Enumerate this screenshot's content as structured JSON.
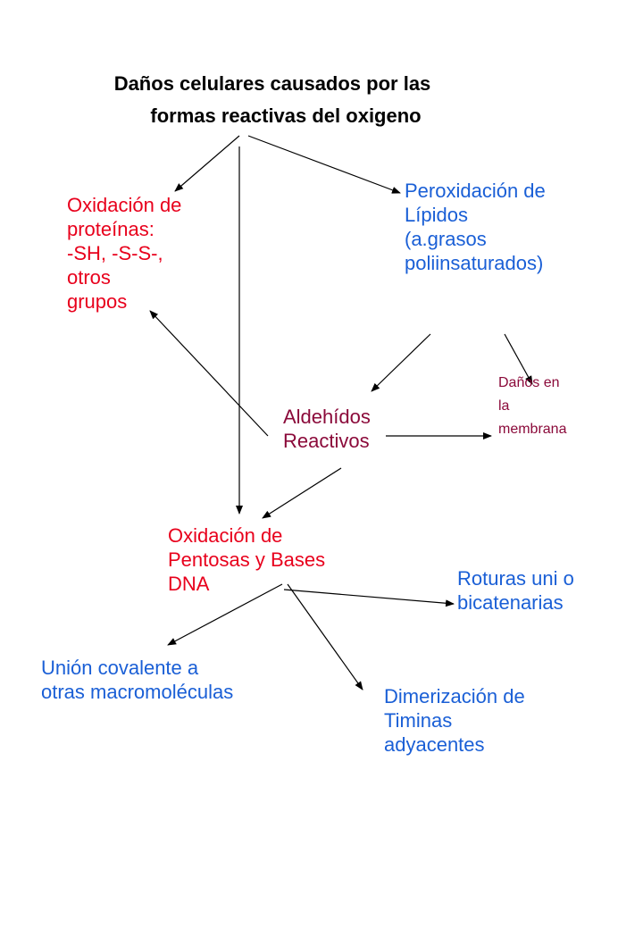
{
  "colors": {
    "red": "#e8001c",
    "blue": "#1a5fd6",
    "maroon": "#8b0a3a",
    "black": "#000000"
  },
  "title": {
    "line1": "Daños celulares causados por las",
    "line2": "formas reactivas del oxigeno"
  },
  "nodes": {
    "proteins": [
      "Oxidación de",
      "proteínas:",
      "-SH, -S-S-,",
      "otros",
      "grupos"
    ],
    "lipids": [
      "Peroxidación de",
      "Lípidos",
      "(a.grasos",
      "poliinsaturados)"
    ],
    "aldehydes": [
      "Aldehídos",
      "Reactivos"
    ],
    "membrane": [
      "Daños en",
      "la",
      "membrana"
    ],
    "pentoses": [
      "Oxidación de",
      "Pentosas y Bases",
      "DNA"
    ],
    "breaks": [
      "Roturas uni o",
      "bicatenarias"
    ],
    "covalent": [
      "Unión covalente a",
      "otras macromoléculas"
    ],
    "dimers": [
      "Dimerización de",
      "Timinas",
      "adyacentes"
    ]
  }
}
